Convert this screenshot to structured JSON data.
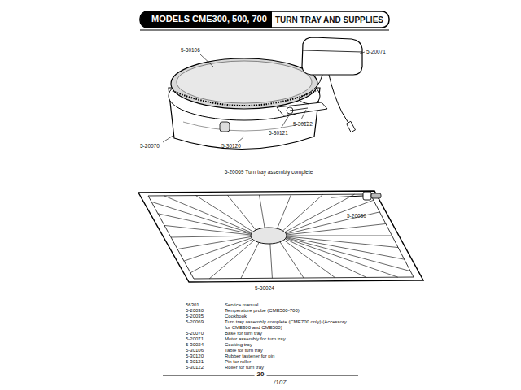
{
  "diagram": {
    "title": "MODELS CME300, 500, 700",
    "labels": [
      "TURN TRAY AND SUPPLIES",
      "5-30106",
      "5-20071",
      "5-30122",
      "5-30121",
      "5-20070",
      "5-30120",
      "5-20069 Turn tray assembly complete",
      "5-20030",
      "5-30024",
      "56301",
      "Service manual",
      "5-20030",
      "Temperature probe (CME500-700)",
      "5-20035",
      "Cookbook",
      "5-20069",
      "Turn tray assembly complete (CME700 only) (Accessory for CME300 and CME500)",
      "5-20070",
      "Base for turn tray",
      "5-20071",
      "Motor assembly for turn tray",
      "5-30024",
      "Cooking tray",
      "5-30106",
      "Table for turn tray",
      "5-30120",
      "Rubber fastener for pin",
      "5-30121",
      "Pin for roller",
      "5-30122",
      "Roller for turn tray",
      "20",
      "/107"
    ]
  }
}
